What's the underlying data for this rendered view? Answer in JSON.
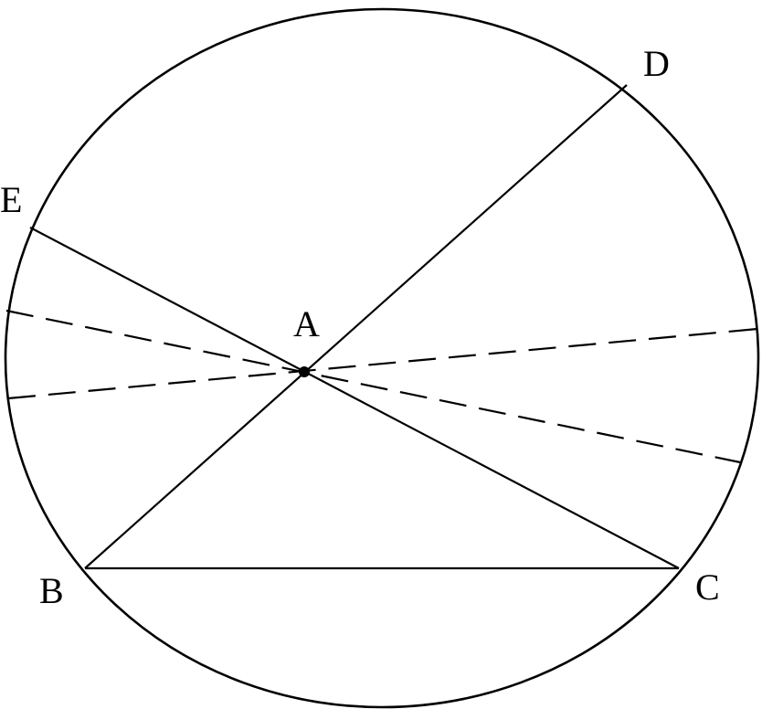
{
  "points": {
    "A": "A",
    "B": "B",
    "C": "C",
    "D": "D",
    "E": "E"
  },
  "colors": {
    "stroke": "#000000",
    "background": "#ffffff"
  }
}
